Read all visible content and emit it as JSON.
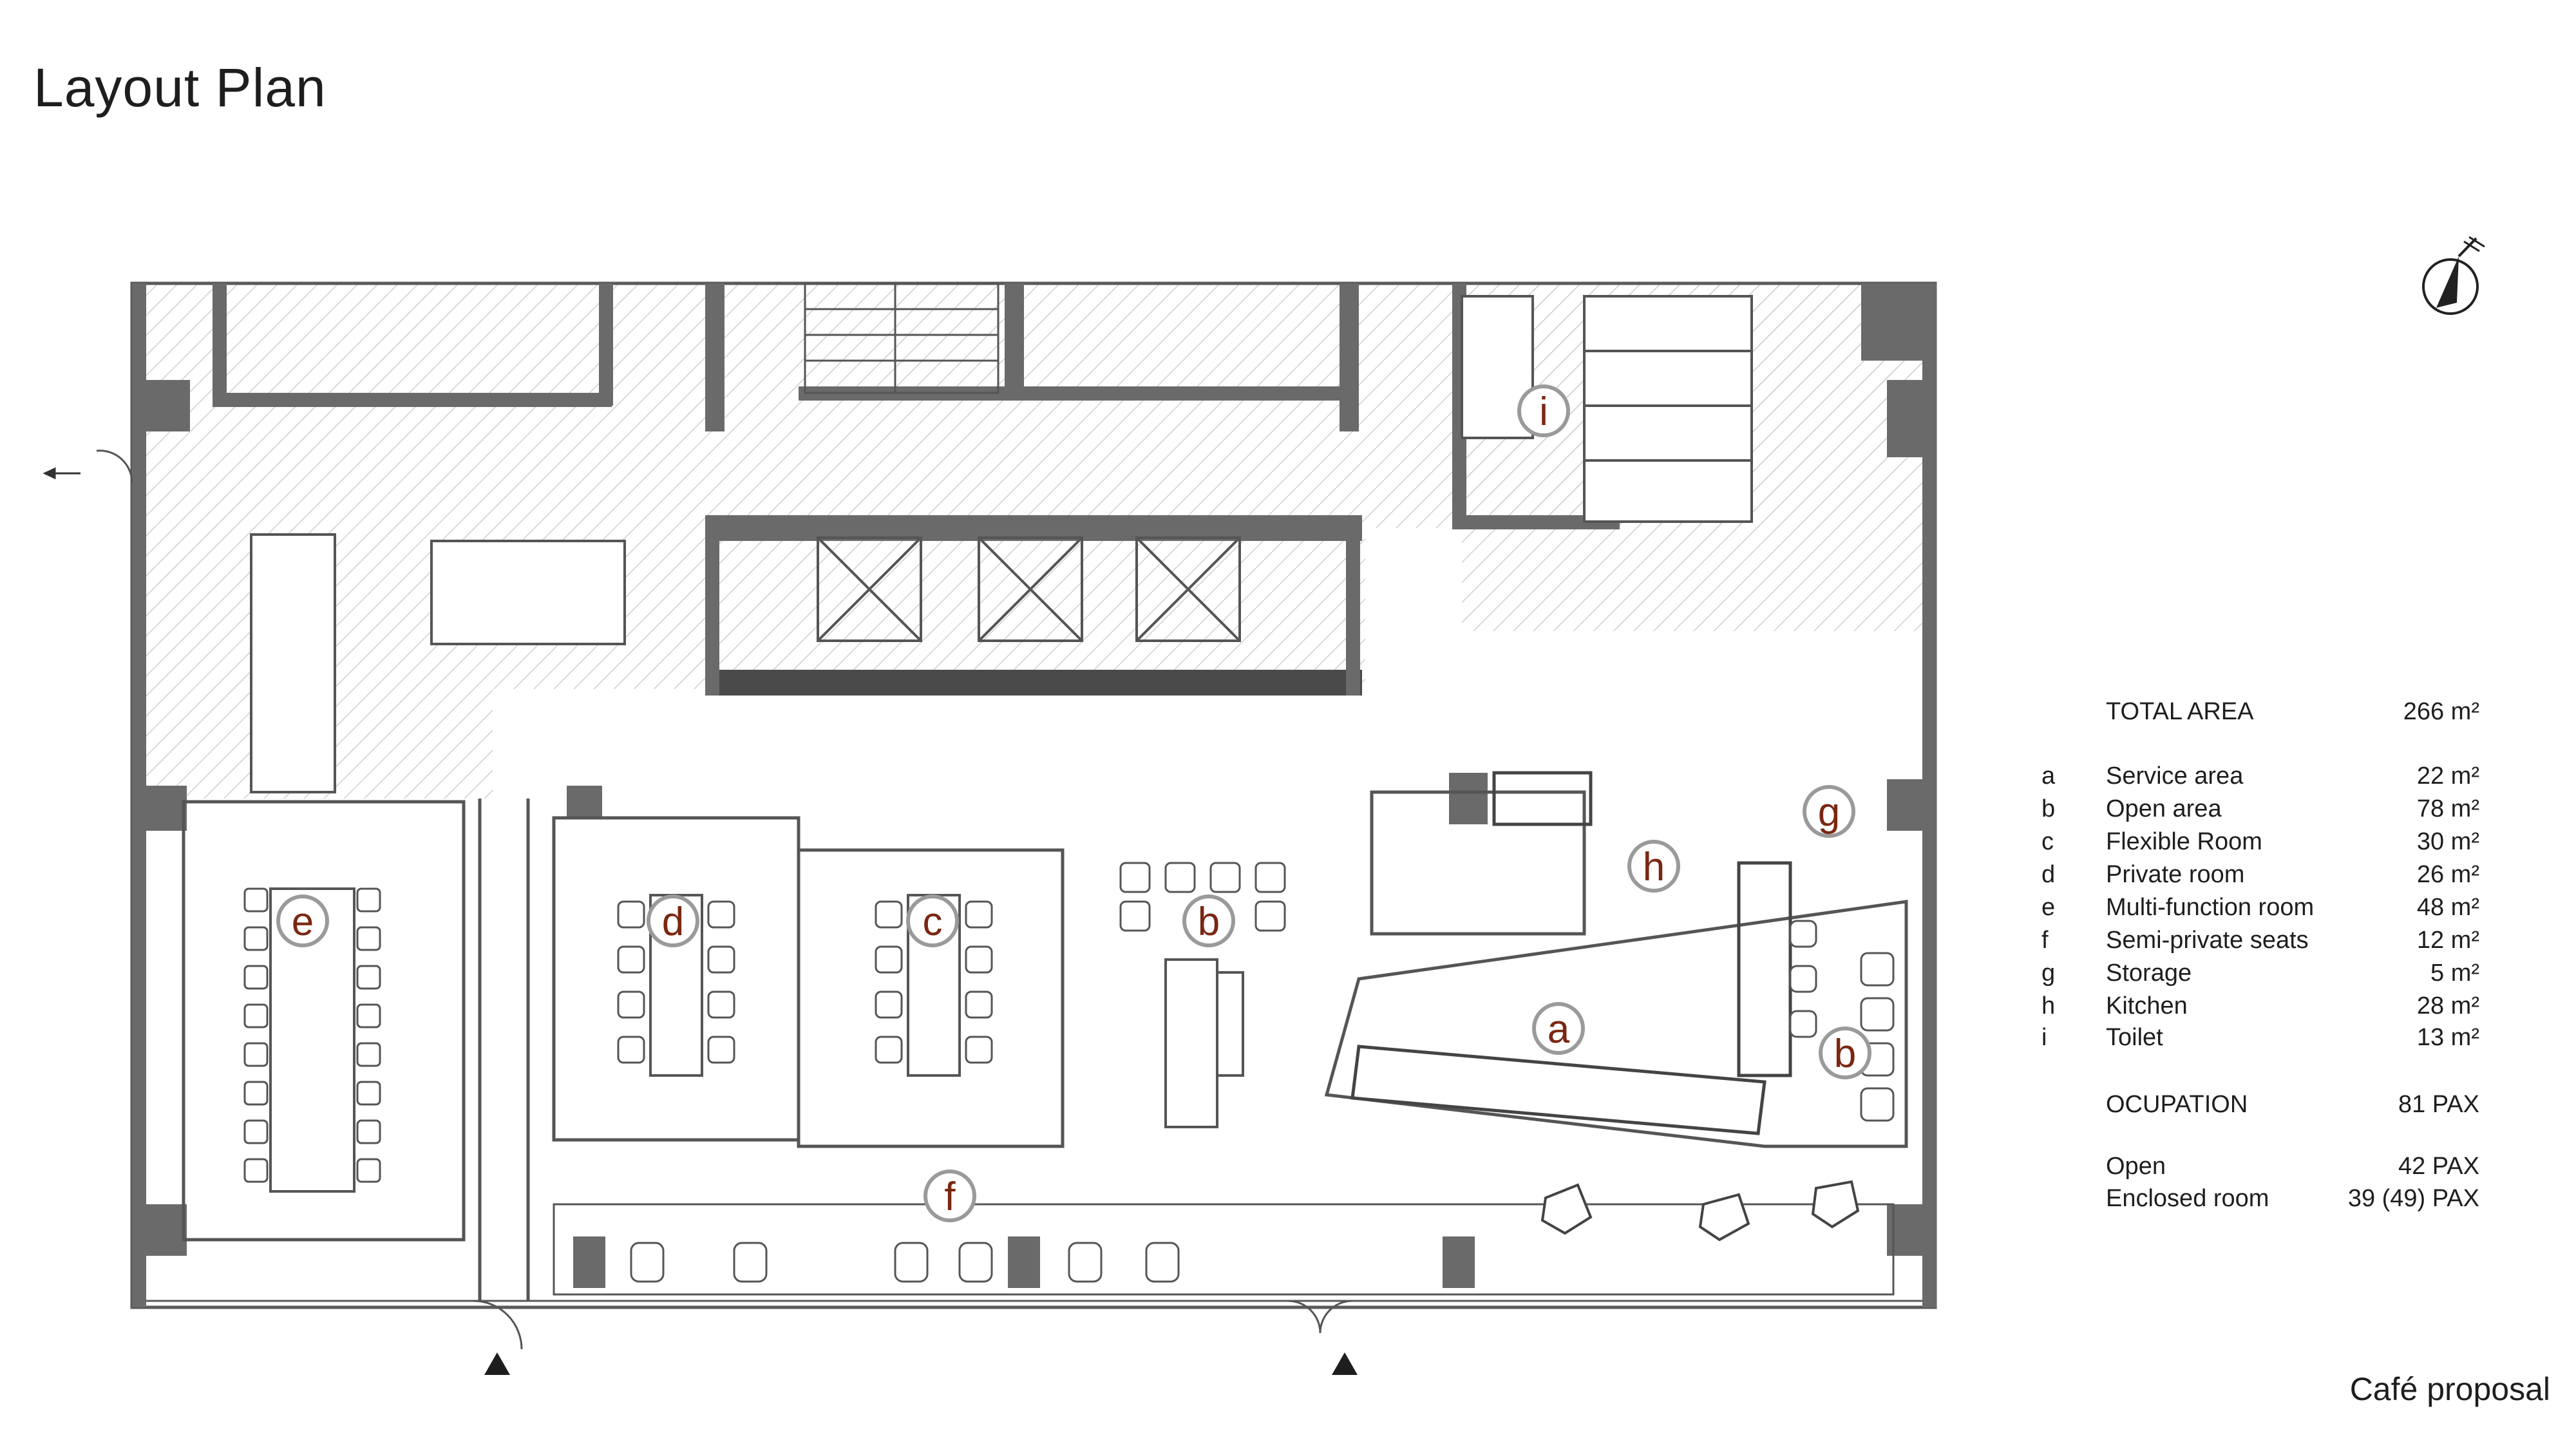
{
  "title": "Layout Plan",
  "caption": "Café proposal",
  "north_symbol": "north-arrow",
  "colors": {
    "wall": "#6e6e6e",
    "wall_dark": "#4a4a4a",
    "hatch": "#c9c9c9",
    "line": "#5a5a5a",
    "label_text": "#7a2712",
    "label_circle": "#9a9a9a"
  },
  "room_labels": [
    "a",
    "b",
    "c",
    "d",
    "e",
    "f",
    "g",
    "h",
    "i"
  ],
  "schedule": {
    "total": {
      "label": "TOTAL AREA",
      "value": "266 m²"
    },
    "rooms": [
      {
        "code": "a",
        "name": "Service area",
        "area": "22 m²"
      },
      {
        "code": "b",
        "name": "Open area",
        "area": "78 m²"
      },
      {
        "code": "c",
        "name": "Flexible Room",
        "area": "30 m²"
      },
      {
        "code": "d",
        "name": "Private room",
        "area": "26 m²"
      },
      {
        "code": "e",
        "name": "Multi-function room",
        "area": "48 m²"
      },
      {
        "code": "f",
        "name": "Semi-private seats",
        "area": "12 m²"
      },
      {
        "code": "g",
        "name": "Storage",
        "area": "5 m²"
      },
      {
        "code": "h",
        "name": "Kitchen",
        "area": "28 m²"
      },
      {
        "code": "i",
        "name": "Toilet",
        "area": "13 m²"
      }
    ],
    "occupation": {
      "label": "OCUPATION",
      "value": "81 PAX"
    },
    "open": {
      "label": "Open",
      "value": "42 PAX"
    },
    "enclosed": {
      "label": "Enclosed room",
      "value": "39 (49) PAX"
    }
  }
}
